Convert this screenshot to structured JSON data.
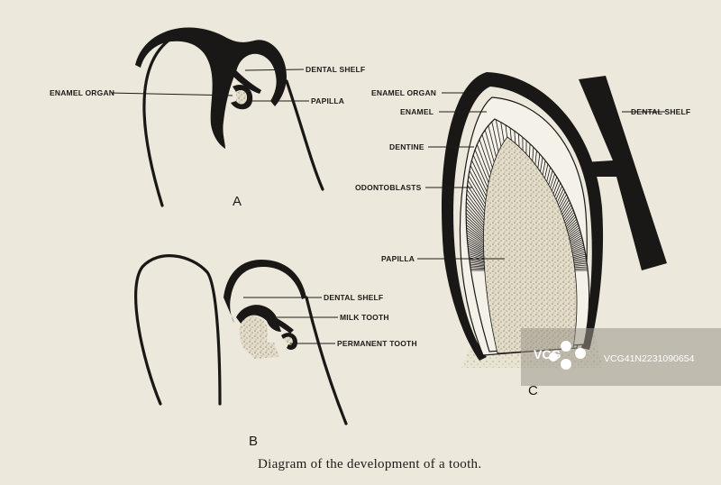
{
  "caption": "Diagram of the development of a tooth.",
  "panels": {
    "a": {
      "letter": "A",
      "labels": {
        "enamel_organ": "ENAMEL ORGAN",
        "dental_shelf": "DENTAL SHELF",
        "papilla": "PAPILLA"
      }
    },
    "b": {
      "letter": "B",
      "labels": {
        "dental_shelf": "DENTAL SHELF",
        "milk_tooth": "MILK TOOTH",
        "permanent_tooth": "PERMANENT TOOTH"
      }
    },
    "c": {
      "letter": "C",
      "labels": {
        "enamel_organ": "ENAMEL ORGAN",
        "enamel": "ENAMEL",
        "dentine": "DENTINE",
        "odontoblasts": "ODONTOBLASTS",
        "papilla": "PAPILLA",
        "dental_shelf": "DENTAL SHELF"
      }
    }
  },
  "watermark": {
    "logo": "VCG",
    "id": "VCG41N2231090654"
  },
  "colors": {
    "paper": "#ece8dc",
    "ink": "#1a1816",
    "stipple_bg": "#e3dcc8"
  }
}
